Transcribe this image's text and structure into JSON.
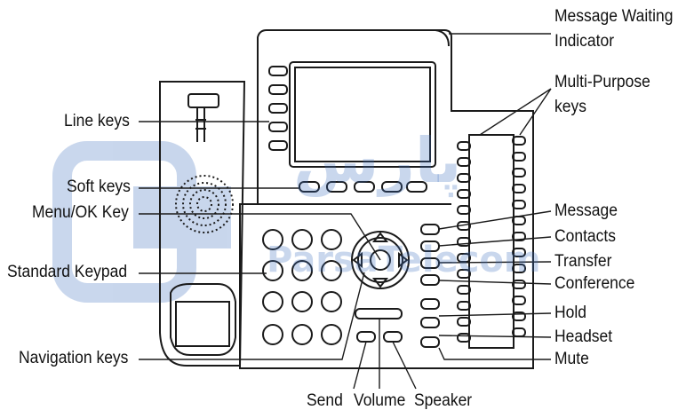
{
  "labels": {
    "message_waiting_1": "Message Waiting",
    "message_waiting_2": "Indicator",
    "multi_purpose_1": "Multi-Purpose",
    "multi_purpose_2": "keys",
    "line_keys": "Line keys",
    "soft_keys": "Soft keys",
    "menu_ok": "Menu/OK Key",
    "standard_keypad": "Standard Keypad",
    "navigation_keys": "Navigation keys",
    "message": "Message",
    "contacts": "Contacts",
    "transfer": "Transfer",
    "conference": "Conference",
    "hold": "Hold",
    "headset": "Headset",
    "mute": "Mute",
    "send": "Send",
    "volume": "Volume",
    "speaker": "Speaker"
  },
  "watermark": {
    "arabic": "پارس",
    "latin": "ParsaTelecom"
  },
  "colors": {
    "line": "#1a1a1a",
    "watermark": "#3c6ebe"
  }
}
